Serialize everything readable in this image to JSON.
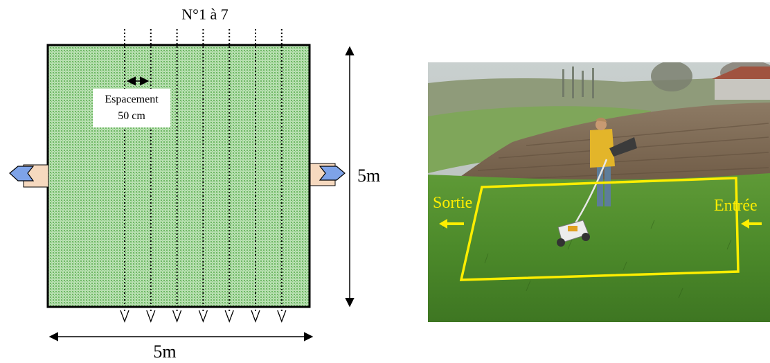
{
  "diagram": {
    "title": "N°1 à 7",
    "spacing_label_line1": "Espacement",
    "spacing_label_line2": "50 cm",
    "height_label": "5m",
    "width_label": "5m",
    "profile_count": 7,
    "plot_color": "#9ecf95"
  },
  "photo": {
    "exit_label": "Sortie",
    "entry_label": "Entrée",
    "frame_color": "#ffee00"
  }
}
